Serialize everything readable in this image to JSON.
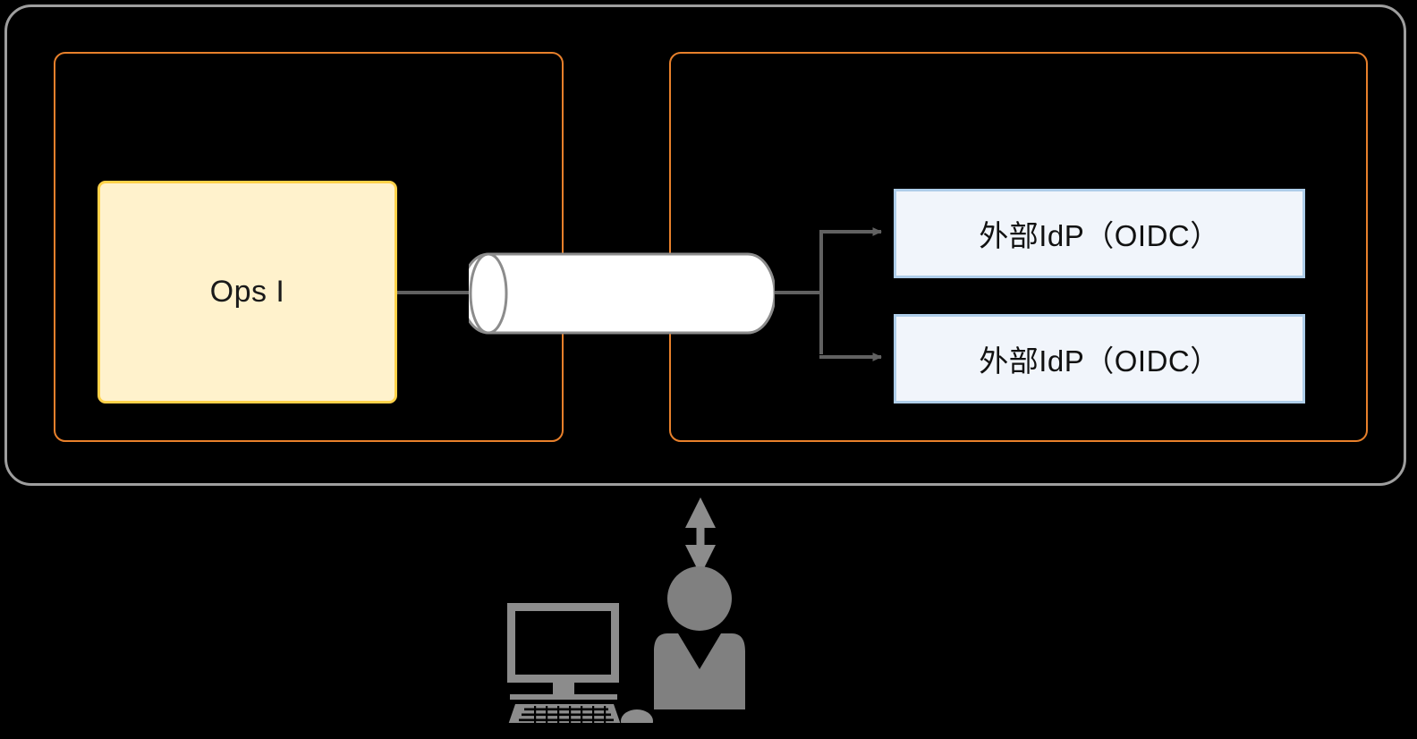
{
  "diagram": {
    "title": "Ops I to External IdP (OIDC) architecture",
    "background_color": "#000000"
  },
  "boundaries": {
    "outer": {
      "name": "system-boundary",
      "label": "",
      "stroke_color": "#9E9E9E"
    },
    "zones": [
      {
        "name": "left-zone",
        "label": "",
        "stroke_color": "#E8802B"
      },
      {
        "name": "right-zone",
        "label": "",
        "stroke_color": "#E8802B"
      }
    ]
  },
  "nodes": {
    "ops": {
      "label": "Ops I",
      "fill_color": "#FFF2CC",
      "stroke_color": "#FFD24A"
    },
    "idp": [
      {
        "label": "外部IdP（OIDC）",
        "fill_color": "#F1F5FB",
        "stroke_color": "#AECDE9"
      },
      {
        "label": "外部IdP（OIDC）",
        "fill_color": "#F1F5FB",
        "stroke_color": "#AECDE9"
      }
    ],
    "tunnel": {
      "label": "",
      "fill_color": "#FFFFFF",
      "stroke_color": "#8C8C8C"
    }
  },
  "connectors": {
    "ops_to_tunnel": {
      "label": "",
      "color": "#757575",
      "arrow": "none"
    },
    "tunnel_to_idp_1": {
      "label": "",
      "color": "#757575",
      "arrow": "end"
    },
    "tunnel_to_idp_2": {
      "label": "",
      "color": "#757575",
      "arrow": "end"
    },
    "user_to_system": {
      "label": "",
      "color": "#8C8C8C",
      "arrow": "both"
    }
  },
  "actors": {
    "workstation": {
      "label": "",
      "color": "#8C8C8C"
    },
    "person": {
      "label": "",
      "color": "#808080"
    }
  }
}
